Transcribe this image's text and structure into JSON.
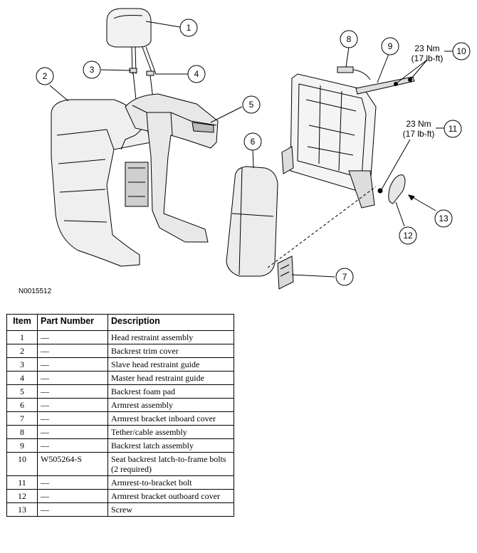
{
  "figure_id": "N0015512",
  "callouts": [
    "1",
    "2",
    "3",
    "4",
    "5",
    "6",
    "7",
    "8",
    "9",
    "10",
    "11",
    "12",
    "13"
  ],
  "torque_specs": [
    {
      "nm": "23 Nm",
      "lbft": "(17 lb-ft)"
    },
    {
      "nm": "23 Nm",
      "lbft": "(17 lb-ft)"
    }
  ],
  "table": {
    "headers": [
      "Item",
      "Part Number",
      "Description"
    ],
    "rows": [
      {
        "item": "1",
        "part": "—",
        "desc": "Head restraint assembly"
      },
      {
        "item": "2",
        "part": "—",
        "desc": "Backrest trim cover"
      },
      {
        "item": "3",
        "part": "—",
        "desc": "Slave head restraint guide"
      },
      {
        "item": "4",
        "part": "—",
        "desc": "Master head restraint guide"
      },
      {
        "item": "5",
        "part": "—",
        "desc": "Backrest foam pad"
      },
      {
        "item": "6",
        "part": "—",
        "desc": "Armrest assembly"
      },
      {
        "item": "7",
        "part": "—",
        "desc": "Armrest bracket inboard cover"
      },
      {
        "item": "8",
        "part": "—",
        "desc": "Tether/cable assembly"
      },
      {
        "item": "9",
        "part": "—",
        "desc": "Backrest latch assembly"
      },
      {
        "item": "10",
        "part": "W505264-S",
        "desc": "Seat backrest latch-to-frame bolts (2 required)"
      },
      {
        "item": "11",
        "part": "—",
        "desc": "Armrest-to-bracket bolt"
      },
      {
        "item": "12",
        "part": "—",
        "desc": "Armrest bracket outboard cover"
      },
      {
        "item": "13",
        "part": "—",
        "desc": "Screw"
      }
    ]
  }
}
